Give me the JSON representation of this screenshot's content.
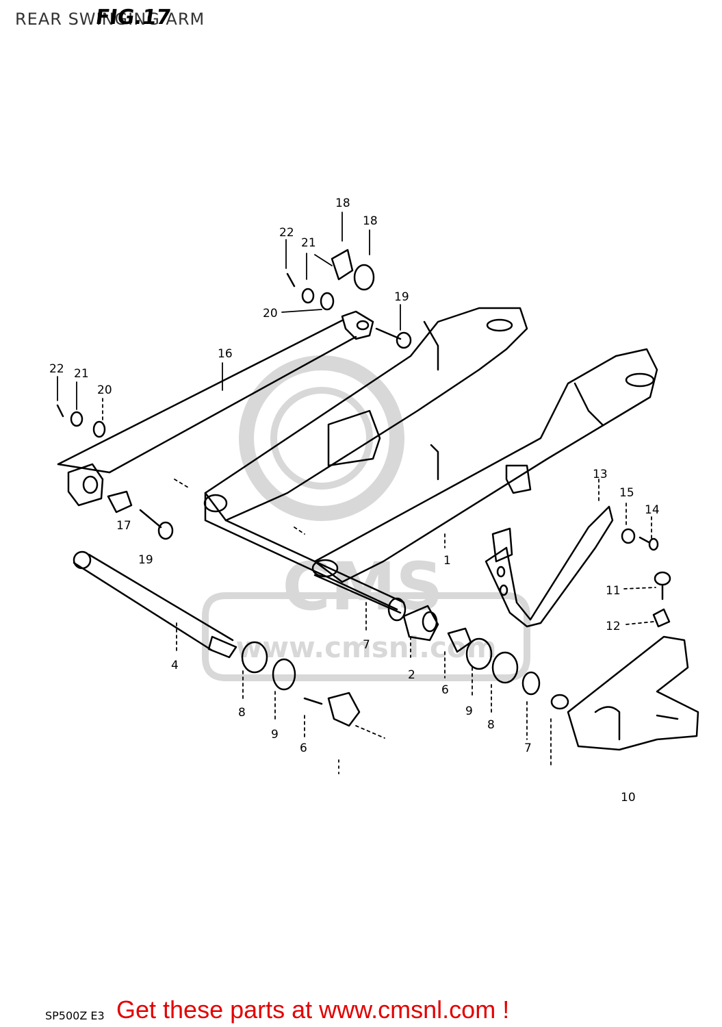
{
  "header": {
    "title": "REAR SWINGING ARM",
    "figure_label": "FIG.17"
  },
  "watermark": {
    "brand": "CMS",
    "url": "www.cmsnl.com"
  },
  "callouts": [
    "1",
    "2",
    "4",
    "6",
    "6",
    "7",
    "7",
    "8",
    "8",
    "9",
    "9",
    "10",
    "11",
    "12",
    "13",
    "14",
    "15",
    "16",
    "17",
    "18",
    "18",
    "19",
    "19",
    "20",
    "20",
    "21",
    "21",
    "22",
    "22"
  ],
  "footer": {
    "code": "SP500Z E3",
    "cta": "Get these parts at www.cmsnl.com !"
  },
  "colors": {
    "line": "#000000",
    "watermark": "#d4d4d4",
    "cta": "#e30000"
  }
}
